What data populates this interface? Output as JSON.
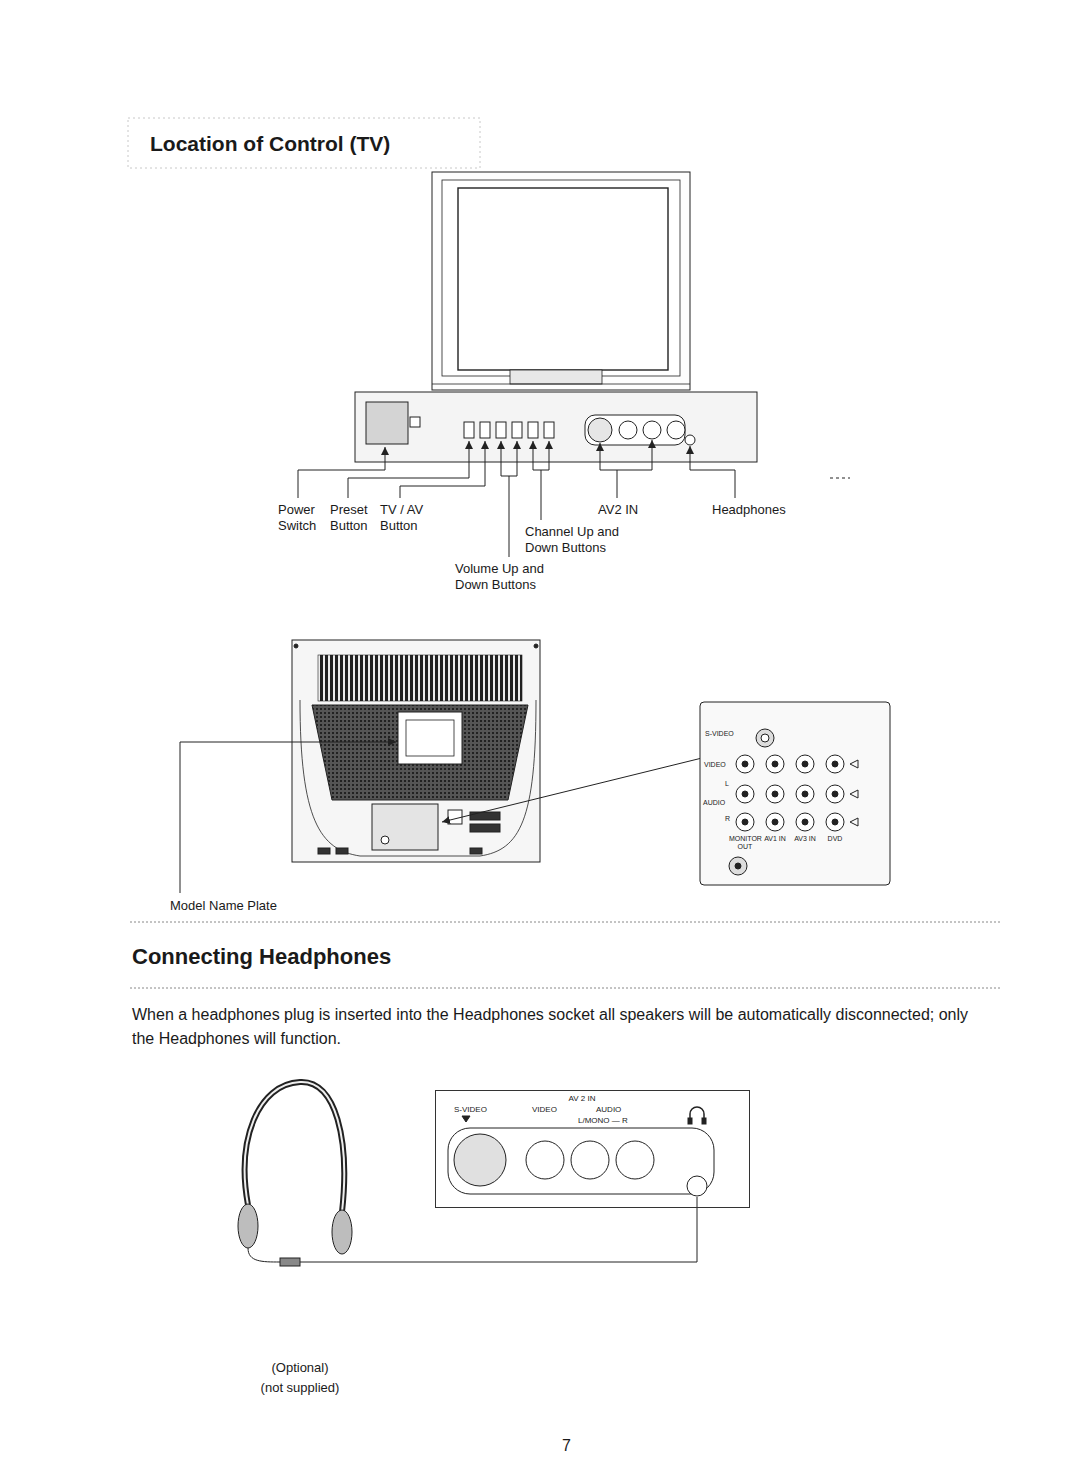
{
  "diagram": {
    "title": "Location of Control (TV)",
    "nodes": [
      {
        "text": [
          "S-VIDEO",
          "VIDEO",
          "L",
          "AUDIO",
          "R",
          "MONITOR OUT",
          "AV1 IN",
          "AV3 IN",
          "DVD"
        ]
      },
      {
        "text": [
          "AV 2 IN",
          "S-VIDEO",
          "VIDEO",
          "AUDIO",
          "L/MONO — R"
        ]
      }
    ],
    "labels": [
      "Power Switch",
      "Preset Button",
      "TV / AV Button",
      "Channel Up and Down Buttons",
      "Volume Up and Down Buttons",
      "AV2 IN",
      "Headphones",
      "Model Name Plate",
      "Connecting Headphones",
      "When a headphones plug is inserted into the Headphones socket all speakers will be automatically disconnected; only the Headphones will function.",
      "(Optional)",
      "(not supplied)",
      "7"
    ]
  }
}
